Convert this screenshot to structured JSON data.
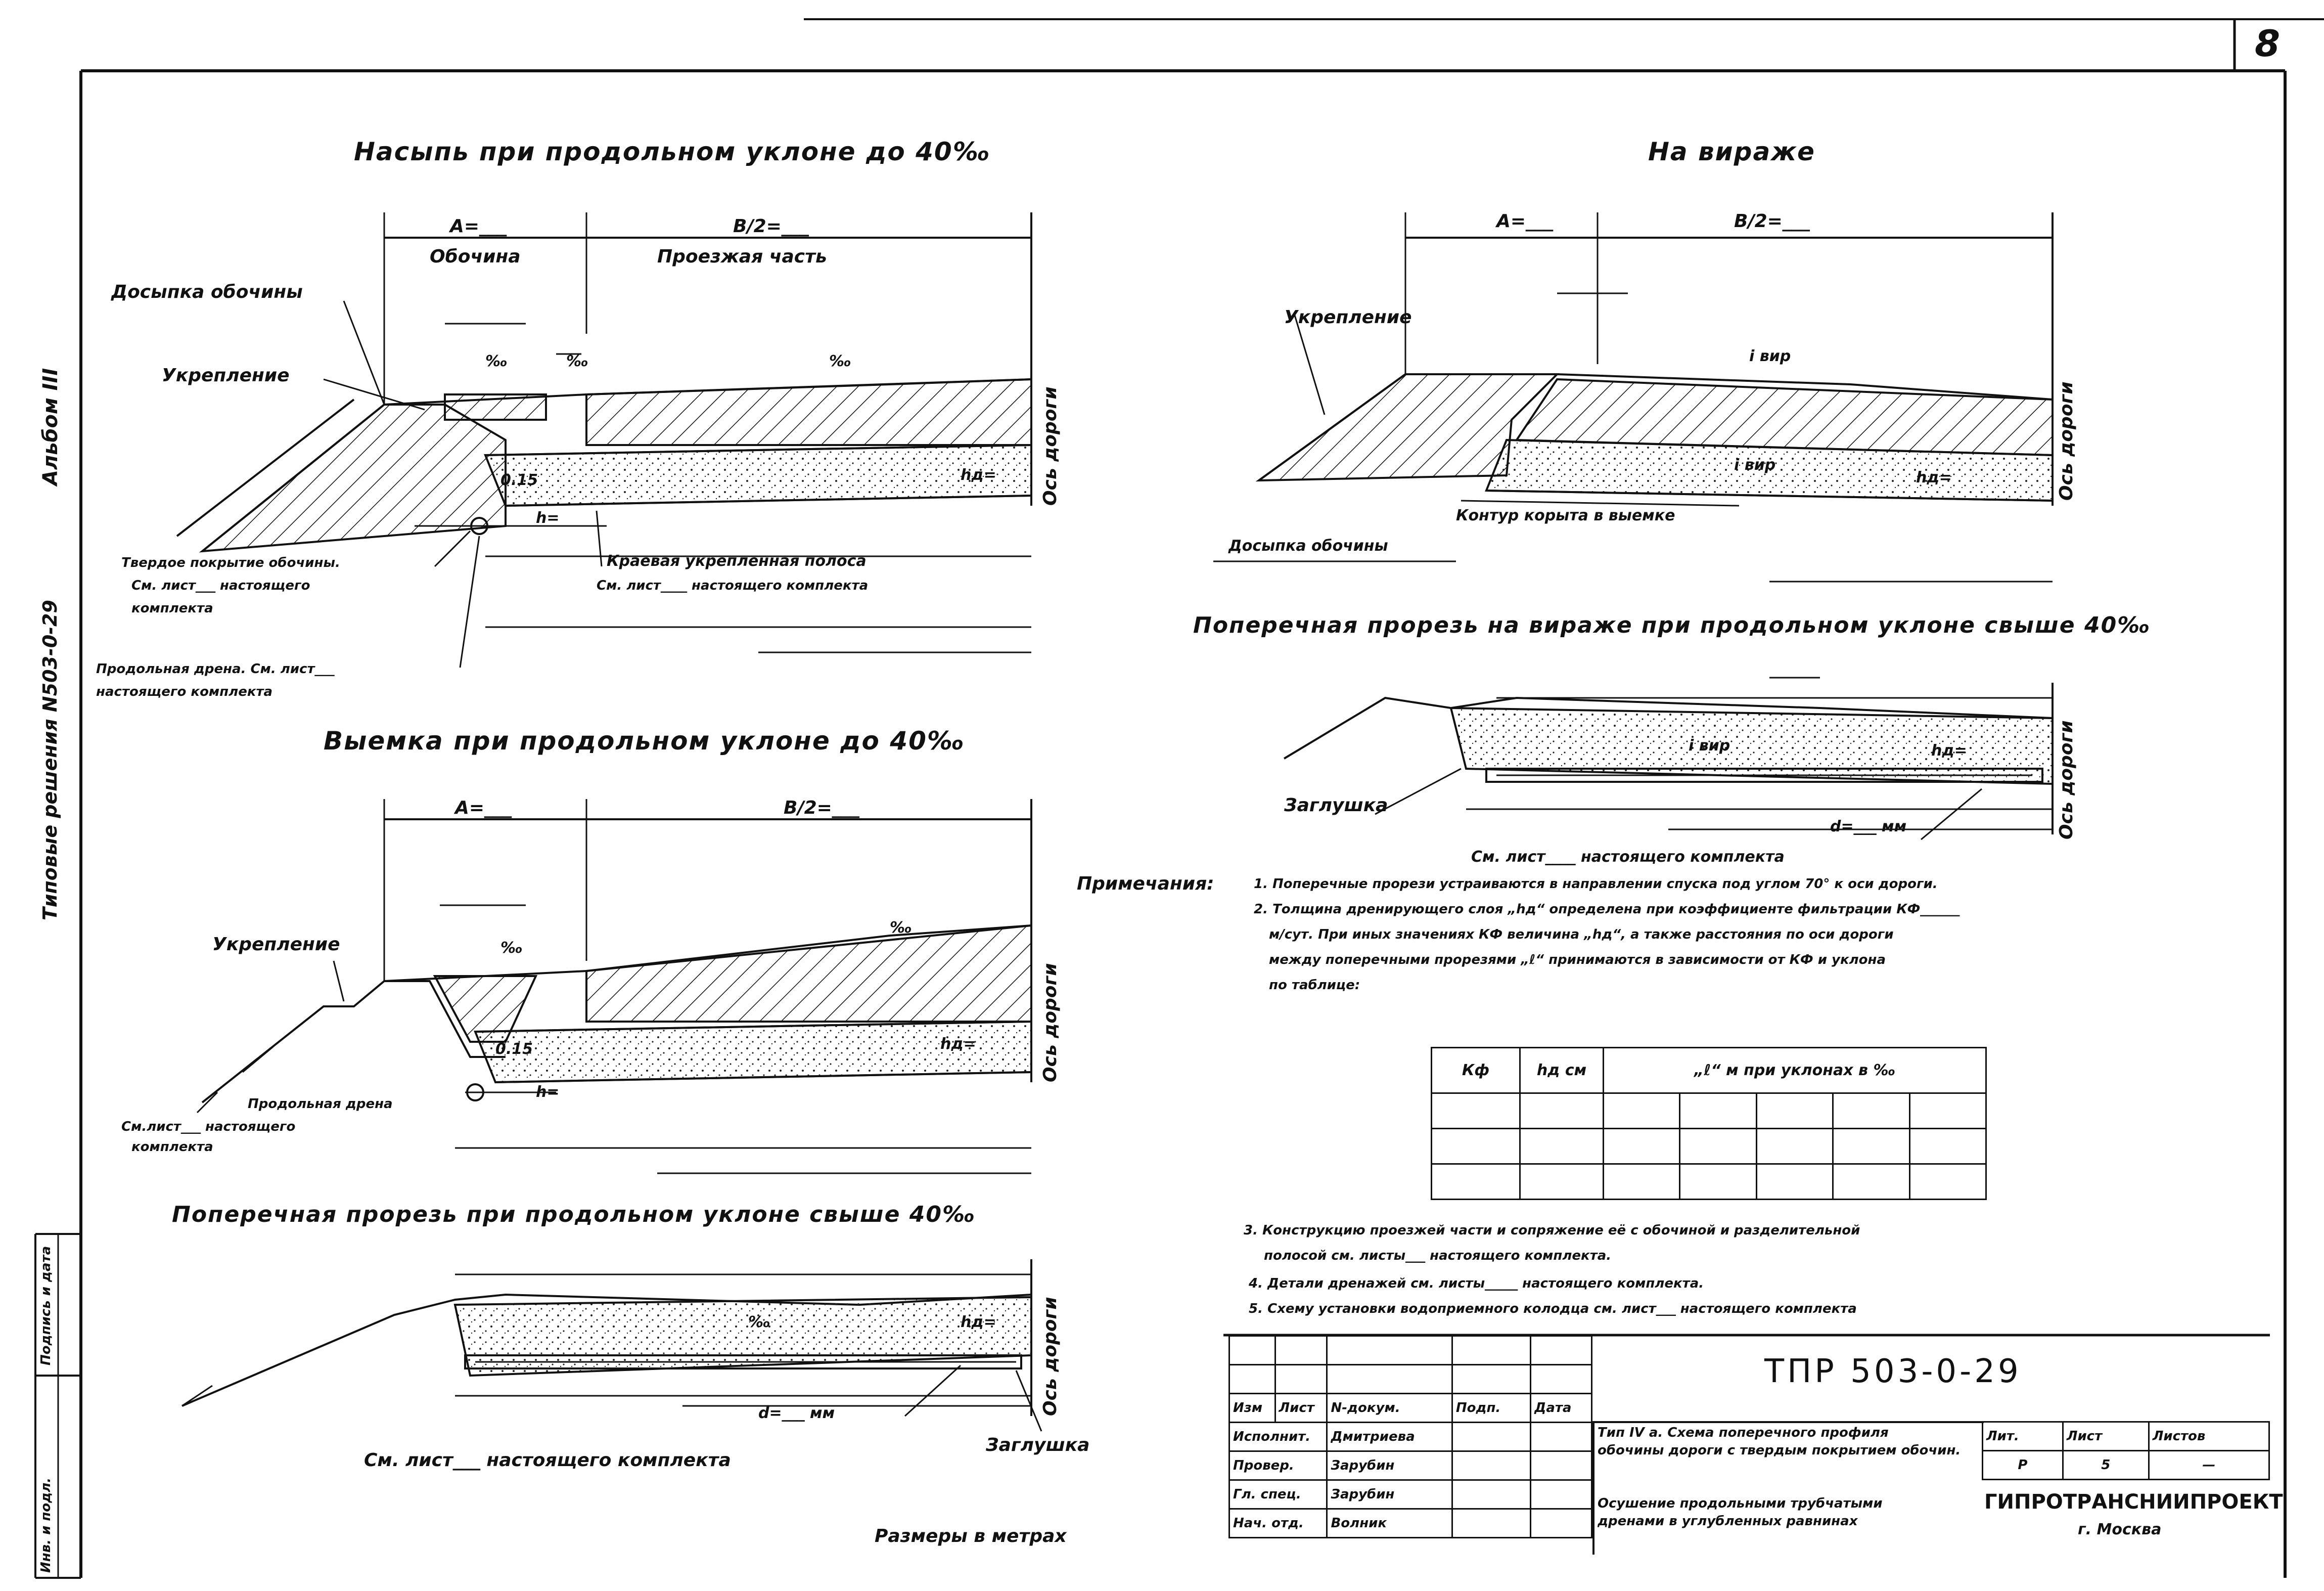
{
  "sheet_number": "8",
  "side_labels": {
    "album": "Альбом III",
    "typical": "Типовые решения N503-0-29",
    "signature": "Подпись и дата",
    "inv": "Инв. и подл."
  },
  "sections": {
    "fill": {
      "title": "Насыпь при продольном уклоне до 40‰",
      "a": "А=___",
      "b": "В/2=___",
      "shoulder": "Обочина",
      "carriageway": "Проезжая часть",
      "shoulder_fill": "Досыпка обочины",
      "reinforcement": "Укрепление",
      "slope1": "‰",
      "slope2": "‰",
      "slope3": "‰",
      "depth": "0.15",
      "hd": "hд=",
      "h": "h=",
      "axis": "Ось дороги",
      "note1": "Твердое покрытие обочины.",
      "note1b": "См. лист___ настоящего",
      "note1c": "комплекта",
      "note2": "Краевая укрепленная полоса",
      "note2b": "См. лист____ настоящего комплекта",
      "note3": "Продольная дрена. См. лист___",
      "note3b": "настоящего комплекта"
    },
    "cut": {
      "title": "Выемка при продольном уклоне до 40‰",
      "a": "А=___",
      "b": "В/2=___",
      "reinforcement": "Укрепление",
      "slope1": "‰",
      "slope2": "‰",
      "depth": "0.15",
      "hd": "hд=",
      "h": "h=",
      "axis": "Ось дороги",
      "drain": "Продольная дрена",
      "note": "См.лист___ настоящего",
      "note_b": "комплекта"
    },
    "cross_cut": {
      "title": "Поперечная прорезь при продольном уклоне свыше 40‰",
      "slope": "‰",
      "hd": "hд=",
      "d": "d=___ мм",
      "axis": "Ось дороги",
      "plug": "Заглушка",
      "note": "См. лист___ настоящего комплекта",
      "scale": "Размеры в метрах"
    },
    "curve": {
      "title": "На вираже",
      "a": "А=___",
      "b": "В/2=___",
      "reinforcement": "Укрепление",
      "i_vir": "i вир",
      "i_vir2": "i вир",
      "hd": "hд=",
      "axis": "Ось дороги",
      "contour": "Контур корыта в выемке",
      "shoulder_fill": "Досыпка обочины"
    },
    "curve_cross": {
      "title": "Поперечная прорезь на вираже при продольном уклоне свыше 40‰",
      "i_vir": "i вир",
      "hd": "hд=",
      "d": "d=___ мм",
      "axis": "Ось дороги",
      "plug": "Заглушка",
      "note": "См. лист____ настоящего комплекта"
    }
  },
  "notes": {
    "heading": "Примечания:",
    "n1": "1. Поперечные прорези устраиваются в направлении спуска под углом 70° к оси дороги.",
    "n2a": "2. Толщина дренирующего слоя „hд“ определена при коэффициенте фильтрации КФ______",
    "n2b": "м/сут. При иных значениях КФ величина „hд“, а также расстояния по оси дороги",
    "n2c": "между поперечными прорезями „ℓ“ принимаются в зависимости от КФ и уклона",
    "n2d": "по таблице:",
    "n3a": "3. Конструкцию проезжей части и сопряжение её с обочиной и разделительной",
    "n3b": "полосой см. листы___ настоящего комплекта.",
    "n4": "4. Детали дренажей см. листы_____ настоящего комплекта.",
    "n5": "5. Схему установки водоприемного колодца см. лист___ настоящего комплекта"
  },
  "kf_table": {
    "col1": "Кф",
    "col2": "hд см",
    "col3": "„ℓ“ м при уклонах в ‰"
  },
  "stamp": {
    "code": "ТПР 503-0-29",
    "h_izm": "Изм",
    "h_list": "Лист",
    "h_doc": "N-докум.",
    "h_sign": "Подп.",
    "h_date": "Дата",
    "r1_role": "Исполнит.",
    "r1_name": "Дмитриева",
    "r2_role": "Провер.",
    "r2_name": "Зарубин",
    "r3_role": "Гл. спец.",
    "r3_name": "Зарубин",
    "r4_role": "Нач. отд.",
    "r4_name": "Волник",
    "desc1": "Тип IV а. Схема поперечного профиля",
    "desc2": "обочины дороги с твердым покрытием обочин.",
    "desc3": "Осушение продольными трубчатыми",
    "desc4": "дренами в углубленных равнинах",
    "lit_h": "Лит.",
    "list_h": "Лист",
    "lists_h": "Листов",
    "lit": "Р",
    "list": "5",
    "lists": "—",
    "org": "ГИПРОТРАНСНИИПРОЕКТ",
    "city": "г. Москва"
  }
}
